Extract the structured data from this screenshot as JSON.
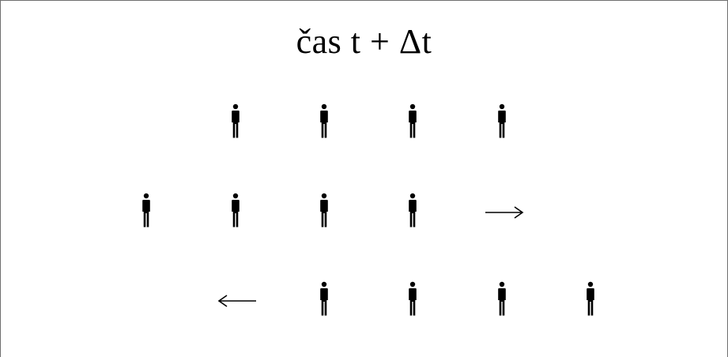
{
  "title": "čas t + Δt",
  "grid": {
    "rows": [
      {
        "cells": [
          "person",
          "person",
          "person",
          "person"
        ]
      },
      {
        "cells": [
          "person",
          "person",
          "person",
          "person",
          "arrow-right-icon"
        ]
      },
      {
        "cells": [
          "arrow-left-icon",
          "person",
          "person",
          "person",
          "person"
        ]
      }
    ]
  },
  "icons": {
    "person": "person-icon",
    "right_arrow": "arrow-right-icon",
    "left_arrow": "arrow-left-icon"
  }
}
